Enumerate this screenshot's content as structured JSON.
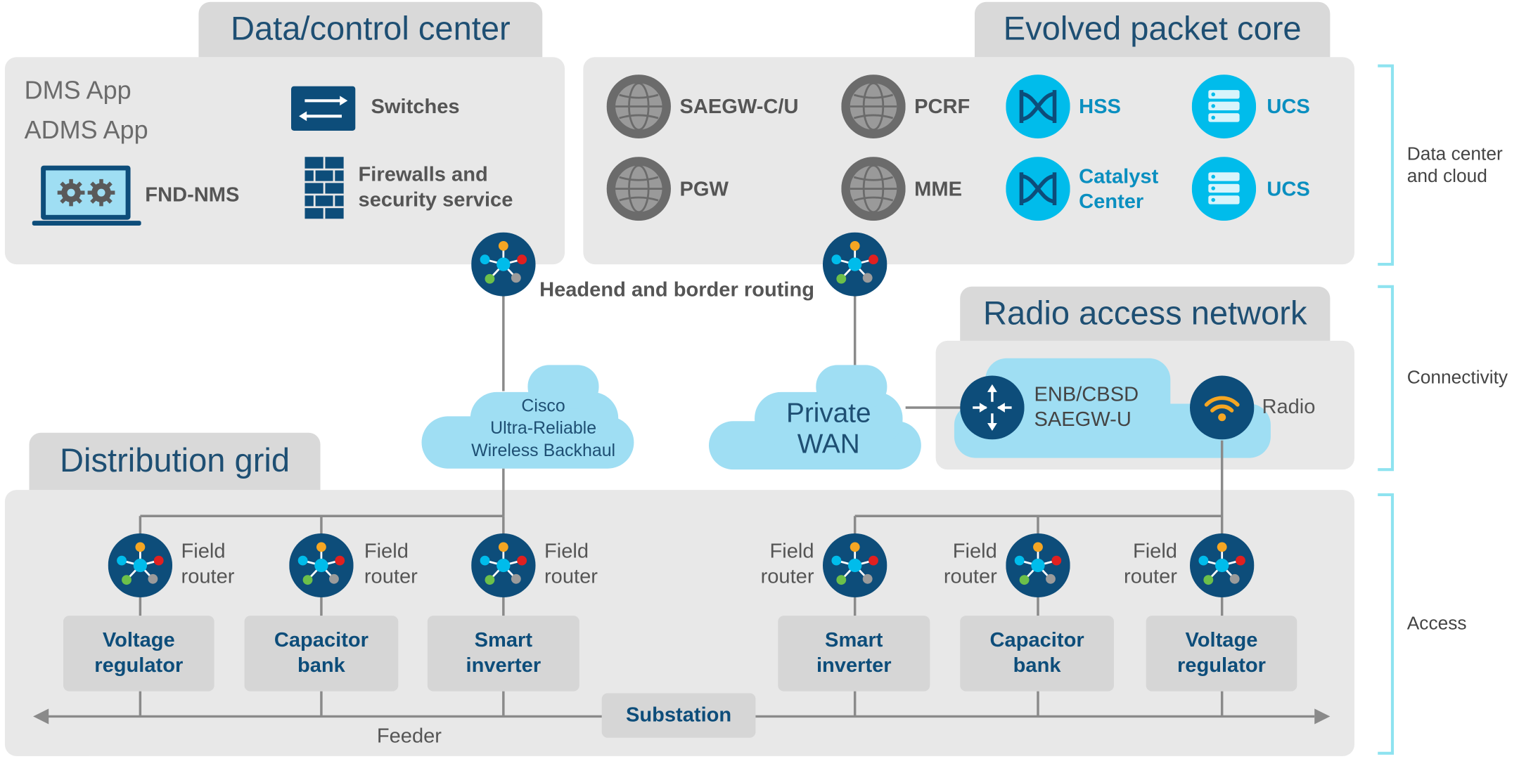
{
  "sections": {
    "data_control_center": "Data/control center",
    "evolved_packet_core": "Evolved packet core",
    "radio_access_network": "Radio access network",
    "distribution_grid": "Distribution grid"
  },
  "data_center_items": {
    "dms_app": "DMS App",
    "adms_app": "ADMS App",
    "switches": "Switches",
    "fnd_nms": "FND-NMS",
    "firewalls": "Firewalls and\nsecurity service"
  },
  "packet_core_items": {
    "saegw": "SAEGW-C/U",
    "pcrf": "PCRF",
    "hss": "HSS",
    "ucs_1": "UCS",
    "pgw": "PGW",
    "mme": "MME",
    "catalyst_center": "Catalyst\nCenter",
    "ucs_2": "UCS"
  },
  "connectivity": {
    "headend_label": "Headend and border routing",
    "cisco_cloud": "Cisco\nUltra-Reliable\nWireless Backhaul",
    "private_wan": "Private\nWAN",
    "enb_label": "ENB/CBSD\nSAEGW-U",
    "radio_label": "Radio"
  },
  "access": {
    "field_router_label": "Field\nrouter",
    "devices": [
      "Voltage\nregulator",
      "Capacitor\nbank",
      "Smart\ninverter",
      "Smart\ninverter",
      "Capacitor\nbank",
      "Voltage\nregulator"
    ],
    "substation": "Substation",
    "feeder": "Feeder"
  },
  "layers": {
    "data_center_cloud": "Data center\nand cloud",
    "connectivity": "Connectivity",
    "access": "Access"
  },
  "colors": {
    "panel": "#e8e8e8",
    "tab": "#d9d9d9",
    "cloud": "#9fdef3",
    "accent": "#00bceb",
    "node_dark": "#0d4d7a",
    "bracket": "#8ee3f0"
  }
}
